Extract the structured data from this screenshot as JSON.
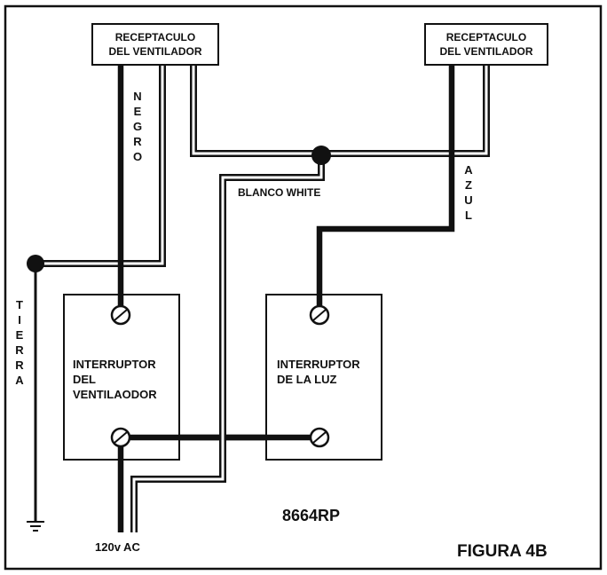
{
  "receptacle_left": {
    "line1": "RECEPTACULO",
    "line2": "DEL VENTILADOR"
  },
  "receptacle_right": {
    "line1": "RECEPTACULO",
    "line2": "DEL VENTILADOR"
  },
  "wires": {
    "negro": [
      "N",
      "E",
      "G",
      "R",
      "O"
    ],
    "azul": [
      "A",
      "Z",
      "U",
      "L"
    ],
    "tierra": [
      "T",
      "I",
      "E",
      "R",
      "R",
      "A"
    ],
    "blanco_white": "BLANCO WHITE"
  },
  "fan_switch": {
    "line1": "INTERRUPTOR",
    "line2": "DEL",
    "line3": "VENTILAODOR"
  },
  "light_switch": {
    "line1": "INTERRUPTOR",
    "line2": "DE LA LUZ"
  },
  "supply_label": "120v AC",
  "model_number": "8664RP",
  "figure_label": "FIGURA 4B",
  "colors": {
    "line": "#111111",
    "background": "#ffffff"
  }
}
